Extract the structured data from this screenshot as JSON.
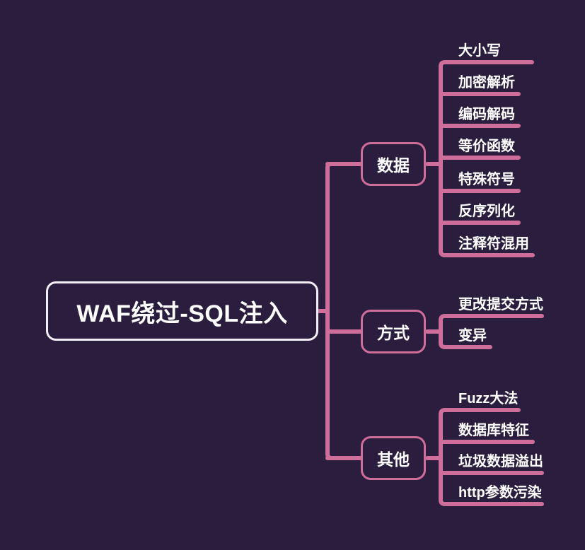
{
  "diagram": {
    "title": "WAF绕过-SQL注入",
    "type": "mind-map",
    "colors": {
      "background": "#2a1d3d",
      "accent_pink": "#cf6d9b",
      "root_border": "#f2eef6",
      "text": "#ffffff"
    },
    "root": {
      "label": "WAF绕过-SQL注入"
    },
    "branches": [
      {
        "label": "数据",
        "leaves": [
          {
            "label": "大小写"
          },
          {
            "label": "加密解析"
          },
          {
            "label": "编码解码"
          },
          {
            "label": "等价函数"
          },
          {
            "label": "特殊符号"
          },
          {
            "label": "反序列化"
          },
          {
            "label": "注释符混用"
          }
        ]
      },
      {
        "label": "方式",
        "leaves": [
          {
            "label": "更改提交方式"
          },
          {
            "label": "变异"
          }
        ]
      },
      {
        "label": "其他",
        "leaves": [
          {
            "label": "Fuzz大法"
          },
          {
            "label": "数据库特征"
          },
          {
            "label": "垃圾数据溢出"
          },
          {
            "label": "http参数污染"
          }
        ]
      }
    ]
  }
}
